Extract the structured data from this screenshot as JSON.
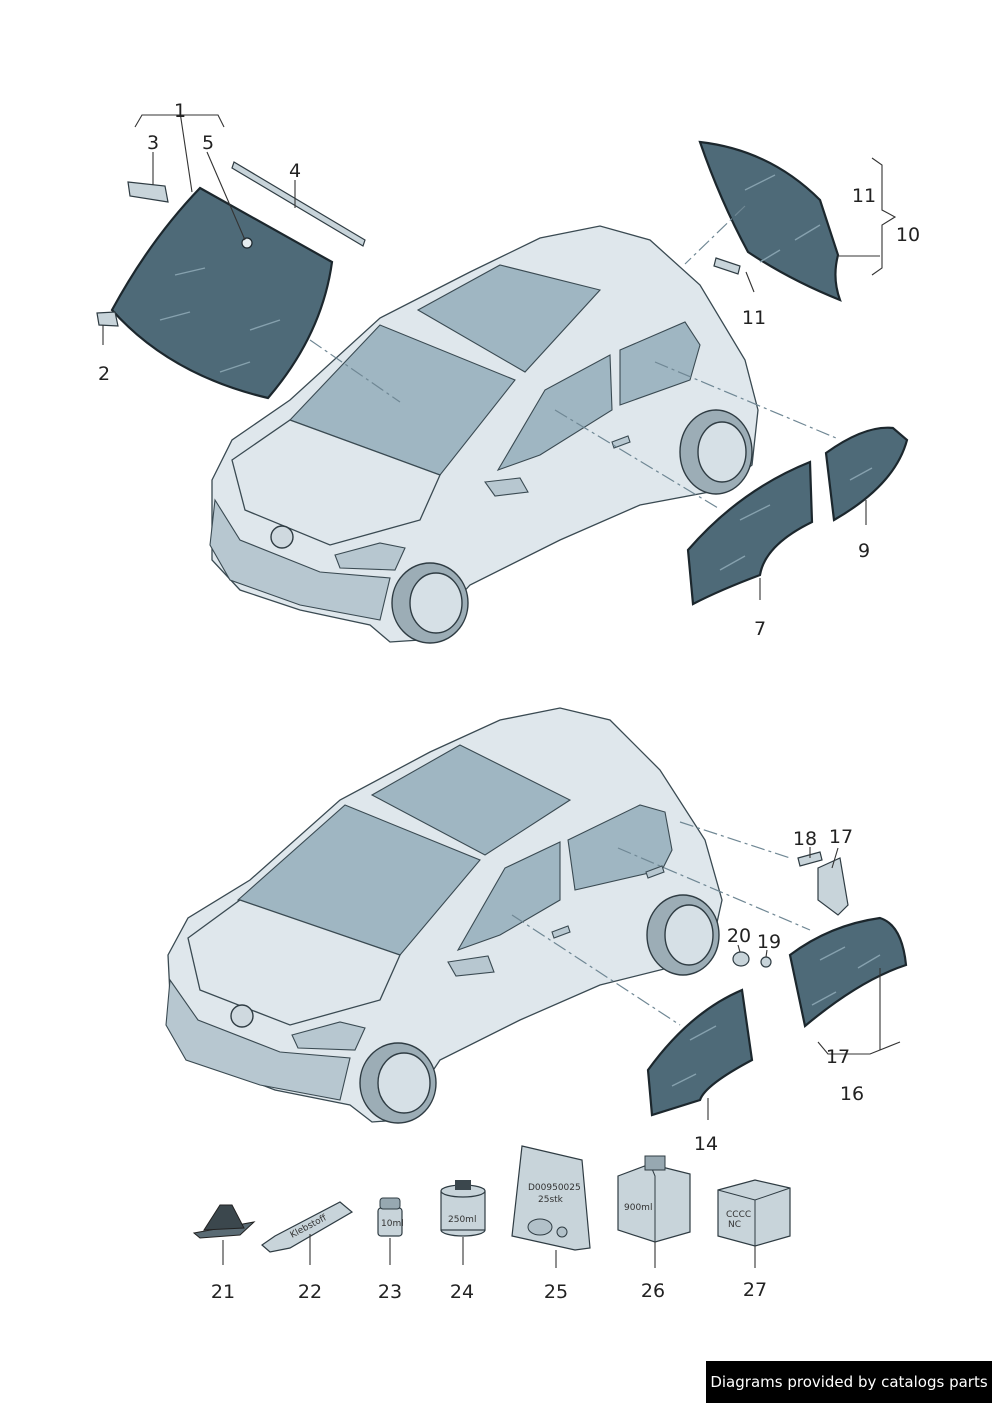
{
  "labels": {
    "p1": "1",
    "p2": "2",
    "p3": "3",
    "p4": "4",
    "p5": "5",
    "p7": "7",
    "p9": "9",
    "p10": "10",
    "p11a": "11",
    "p11b": "11",
    "p14": "14",
    "p16": "16",
    "p17a": "17",
    "p17b": "17",
    "p18": "18",
    "p19": "19",
    "p20": "20",
    "p21": "21",
    "p22": "22",
    "p23": "23",
    "p24": "24",
    "p25": "25",
    "p26": "26",
    "p27": "27"
  },
  "product_text": {
    "tube": "Klebstoff",
    "vial": "10ml",
    "can": "250ml",
    "bag_line1": "D00950025",
    "bag_line2": "25stk",
    "bottle": "900ml",
    "box_line1": "CCCC",
    "box_line2": "NC"
  },
  "footer": {
    "credit": "Diagrams provided by catalogs parts"
  }
}
